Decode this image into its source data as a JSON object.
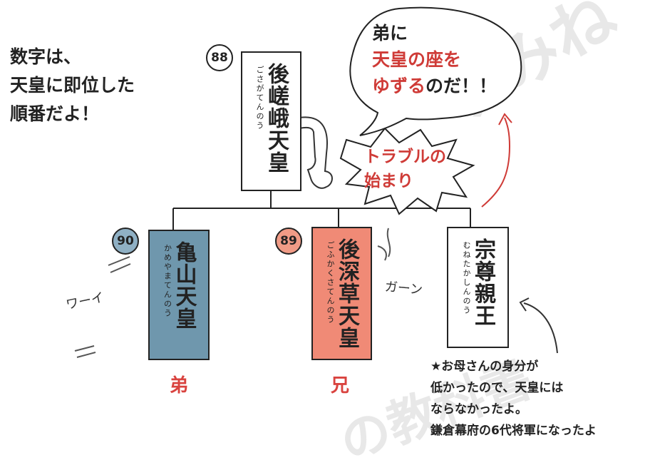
{
  "note_left": [
    "数字は、",
    "天皇に即位した",
    "順番だよ！"
  ],
  "emperors": {
    "gosaga": {
      "number": "88",
      "name": "後嵯峨天皇",
      "ruby": "ごさがてんのう"
    },
    "kameyama": {
      "number": "90",
      "name": "亀山天皇",
      "ruby": "かめやまてんのう",
      "relation": "弟"
    },
    "gofukakusa": {
      "number": "89",
      "name": "後深草天皇",
      "ruby": "ごふかくさてんのう",
      "relation": "兄"
    },
    "munetaka": {
      "name": "宗尊親王",
      "ruby": "むねたかしんのう"
    }
  },
  "speech": {
    "line1": "弟に",
    "line2_red": "天皇の座を",
    "line3_red": "ゆずる",
    "line3_black": "のだ！！"
  },
  "burst": {
    "line1": "トラブルの",
    "line2": "始まり"
  },
  "sfx": {
    "waai": "ワーイ",
    "gaan": "ガーン"
  },
  "note_bottom": [
    "★お母さんの身分が",
    "低かったので、天皇には",
    "ならなかったよ。",
    "鎌倉幕府の6代将軍になったよ"
  ],
  "colors": {
    "blue_box": "#6f97ad",
    "red_box": "#f08a76",
    "blue_circle": "#8fb0c4",
    "red_circle": "#f09b86",
    "accent_red": "#cf3b37"
  }
}
